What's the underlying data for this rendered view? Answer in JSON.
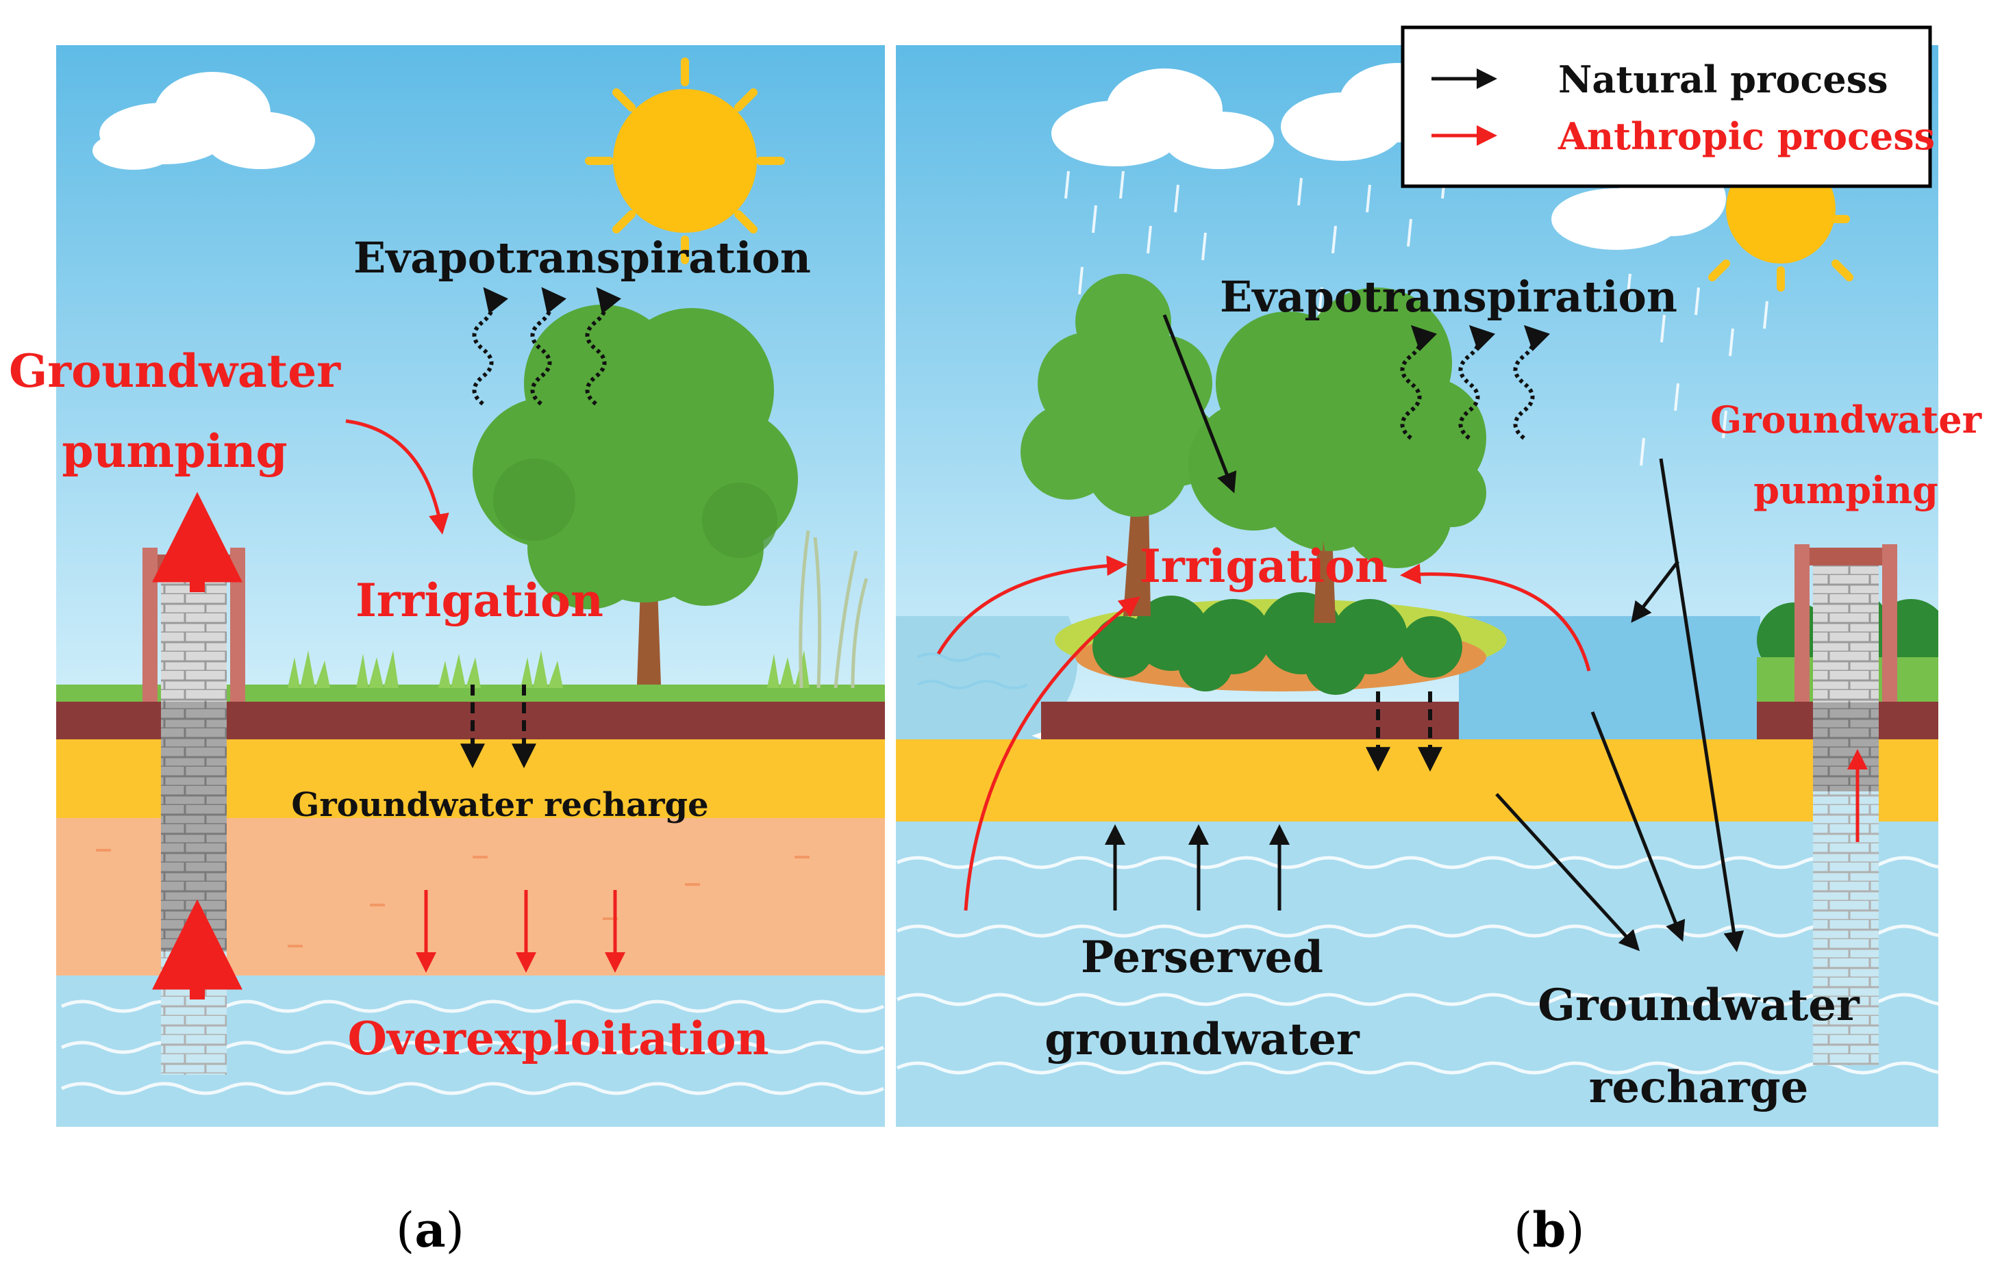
{
  "panel_a": {
    "evapotranspiration": "Evapotranspiration",
    "groundwater_pumping_line1": "Groundwater",
    "groundwater_pumping_line2": "pumping",
    "irrigation": "Irrigation",
    "groundwater_recharge": "Groundwater recharge",
    "overexploitation": "Overexploitation",
    "caption_letter": "a"
  },
  "panel_b": {
    "evapotranspiration": "Evapotranspiration",
    "irrigation": "Irrigation",
    "groundwater_pumping_line1": "Groundwater",
    "groundwater_pumping_line2": "pumping",
    "perserved_line1": "Perserved",
    "perserved_line2": "groundwater",
    "recharge_line1": "Groundwater",
    "recharge_line2": "recharge",
    "caption_letter": "b"
  },
  "legend": {
    "natural": "Natural process",
    "anthropic": "Anthropic process"
  },
  "colors": {
    "sky": "#7ec9ea",
    "soil_top": "#8b3a3a",
    "sand": "#fcc52e",
    "clay": "#f8b98a",
    "aquifer": "#a9dcef",
    "grass": "#7cc04a",
    "tree": "#56a83a",
    "trunk": "#9c5a33",
    "natural_arrow": "#111111",
    "anthropic_arrow": "#f0201e"
  }
}
